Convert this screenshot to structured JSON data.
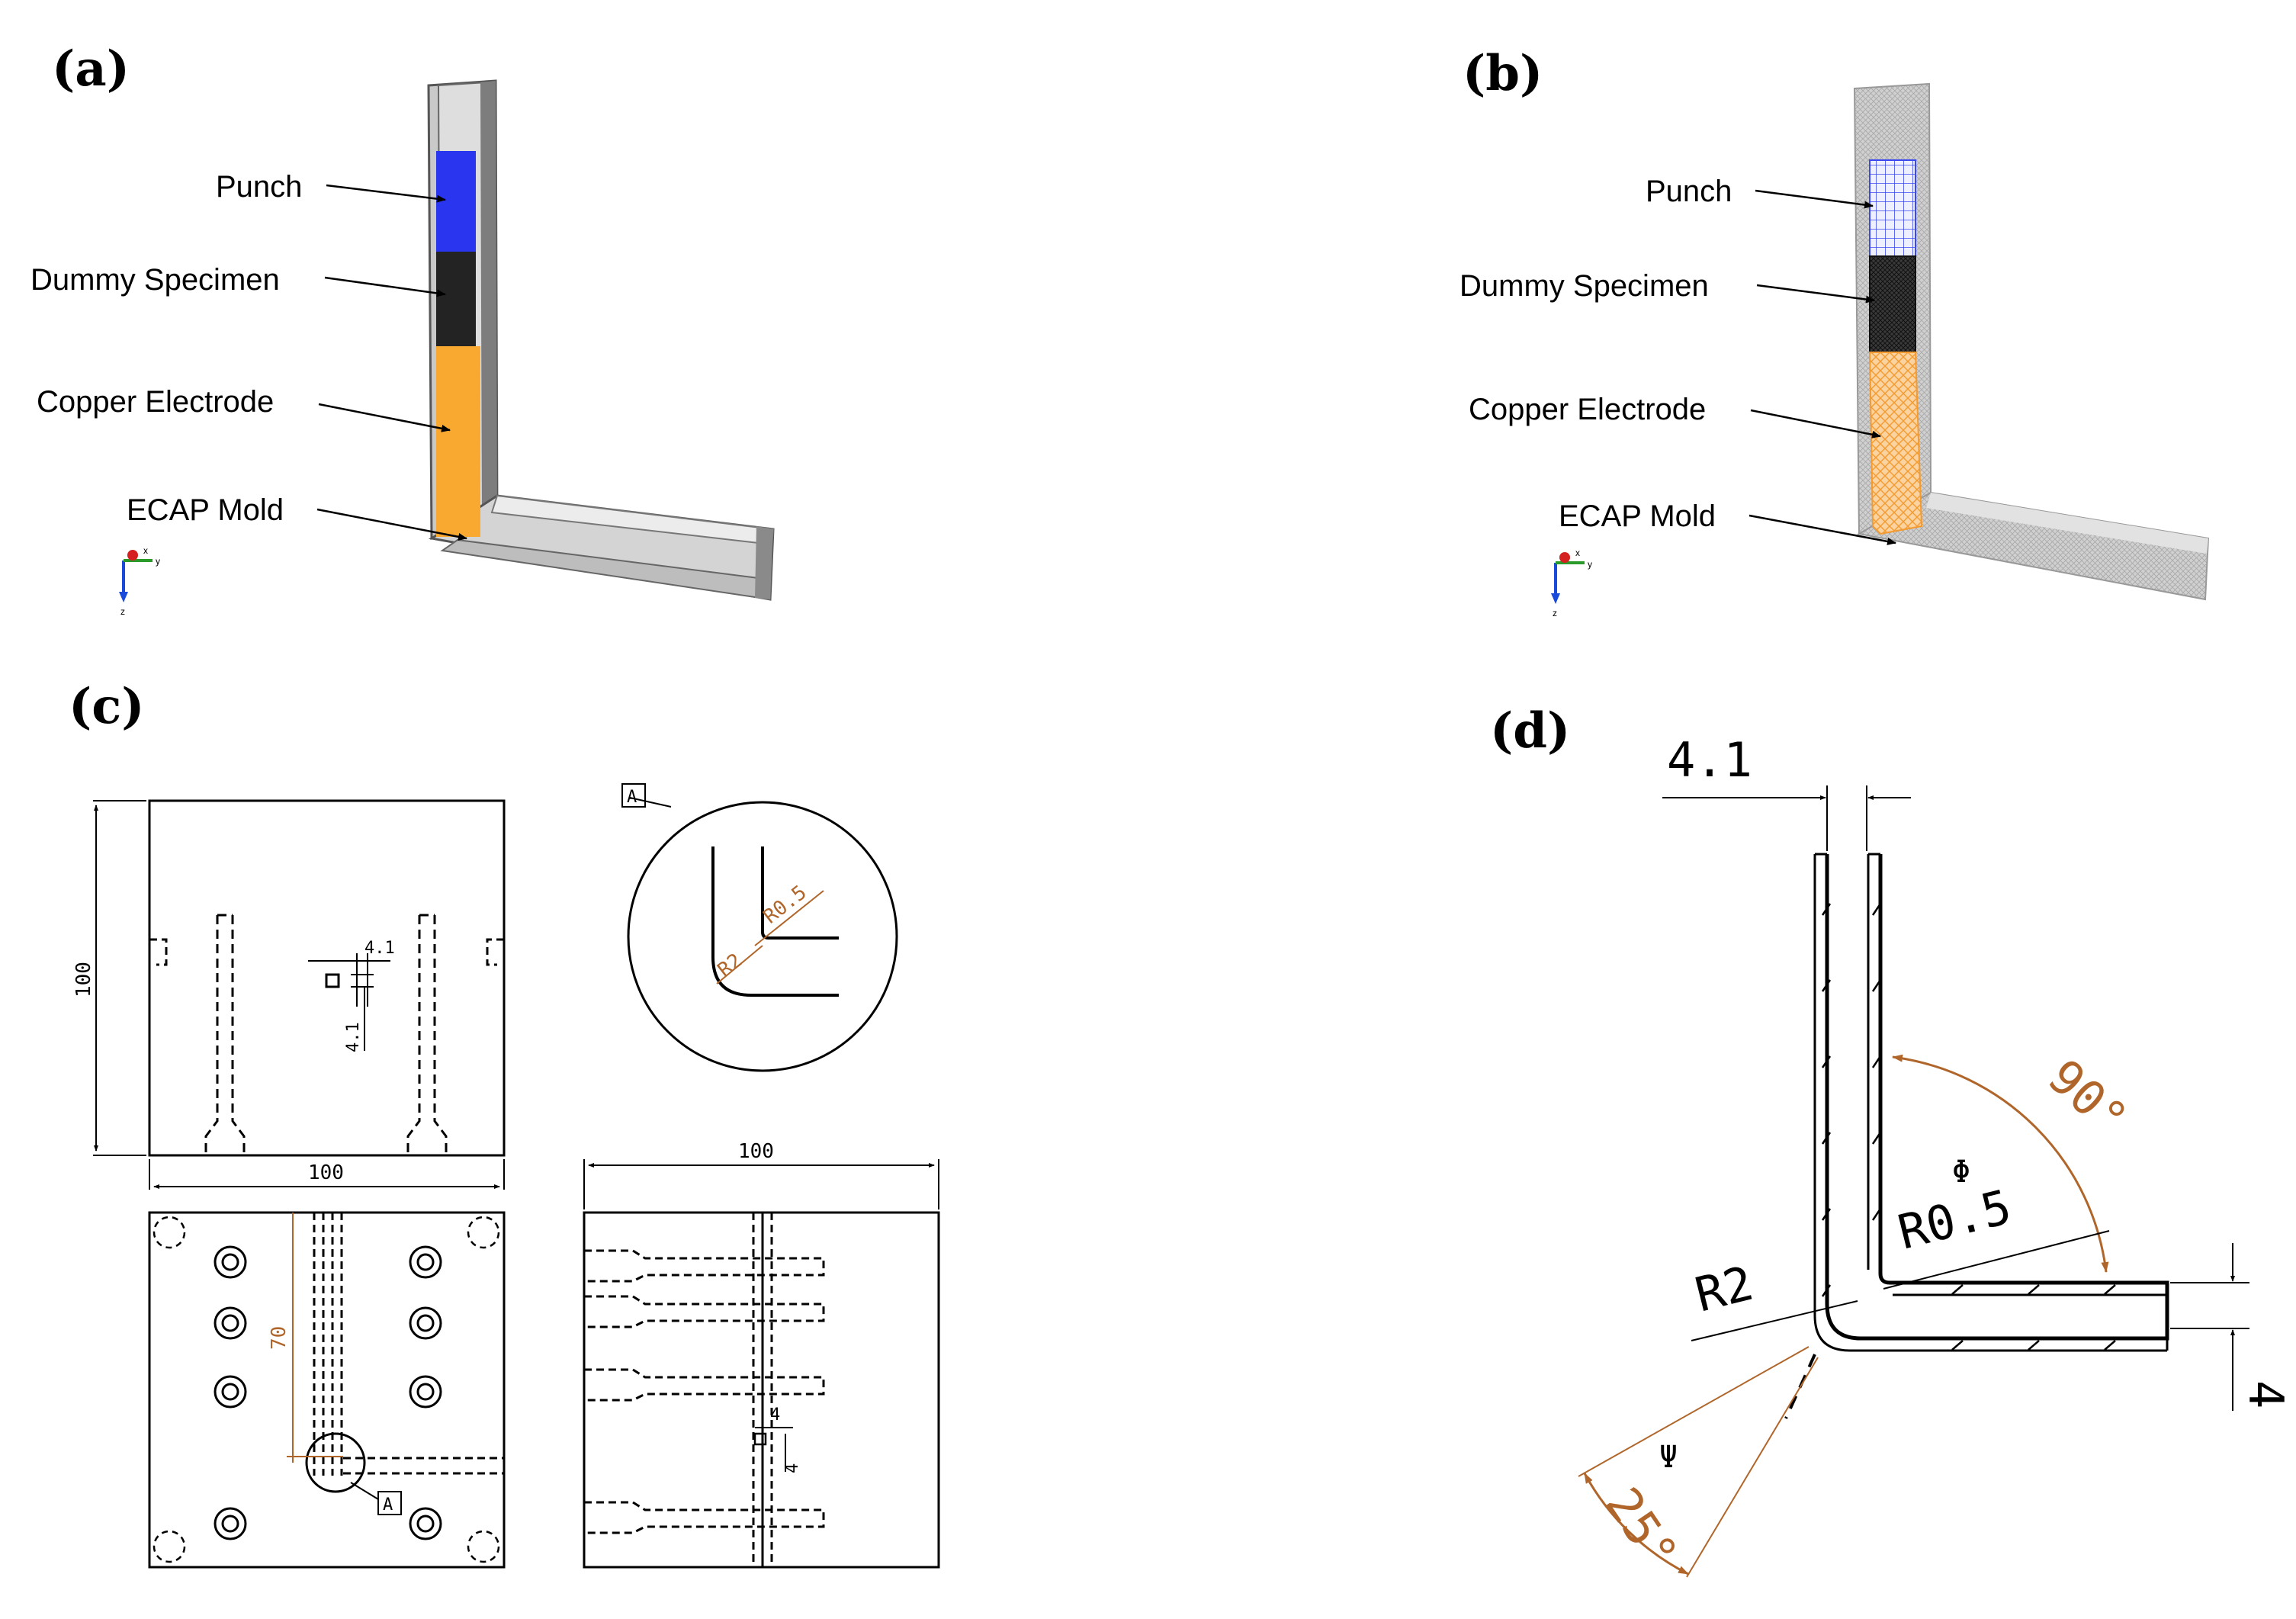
{
  "panels": {
    "a": {
      "letter": "(a)",
      "labels": {
        "punch": "Punch",
        "dummy": "Dummy Specimen",
        "copper": "Copper Electrode",
        "mold": "ECAP Mold"
      },
      "triad": {
        "x": "x",
        "y": "y",
        "z": "z"
      }
    },
    "b": {
      "letter": "(b)",
      "labels": {
        "punch": "Punch",
        "dummy": "Dummy Specimen",
        "copper": "Copper Electrode",
        "mold": "ECAP Mold"
      },
      "triad": {
        "x": "x",
        "y": "y",
        "z": "z"
      }
    },
    "c": {
      "letter": "(c)",
      "dims": {
        "height_100": "100",
        "width_100_top": "100",
        "width_100_right": "100",
        "channel_41_h": "4.1",
        "channel_41_v": "4.1",
        "dist_70": "70",
        "side_4_h": "4",
        "side_4_v": "4"
      },
      "detail": {
        "tag": "A",
        "tag2": "A",
        "r05": "R0.5",
        "r2": "R2"
      }
    },
    "d": {
      "letter": "(d)",
      "dims": {
        "width_41": "4.1",
        "angle_90": "90°",
        "phi": "Φ",
        "r05": "R0.5",
        "r2": "R2",
        "thickness_4": "4",
        "psi": "Ψ",
        "angle_25": "25°"
      }
    }
  },
  "colors": {
    "punch": "#2a35f0",
    "dummy": "#232323",
    "copper": "#f9a930",
    "mold": "#d7d7d7",
    "dim_accent": "#b0662a"
  }
}
